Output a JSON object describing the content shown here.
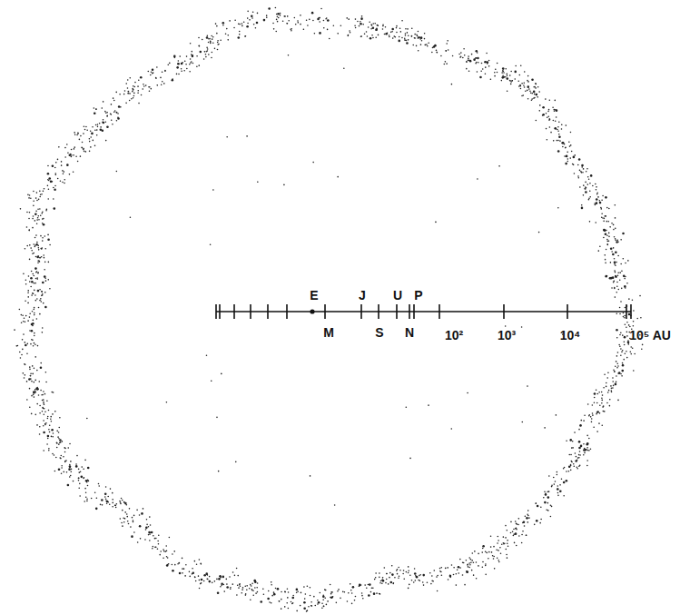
{
  "diagram": {
    "labels": [
      "E",
      "J",
      "U",
      "P",
      "M",
      "S",
      "N",
      "10²",
      "10³",
      "10⁴",
      "10⁵ AU"
    ]
  }
}
